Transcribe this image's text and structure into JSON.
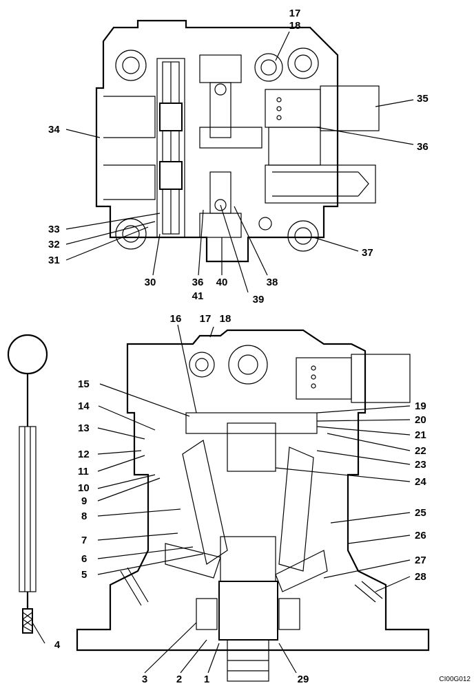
{
  "drawing_code": "CI00G012",
  "top_view": {
    "labels": [
      "17",
      "18",
      "35",
      "34",
      "36",
      "33",
      "32",
      "31",
      "37",
      "30",
      "36",
      "41",
      "40",
      "38",
      "39"
    ]
  },
  "side_view": {
    "labels": [
      "16",
      "17",
      "18",
      "15",
      "14",
      "13",
      "12",
      "11",
      "10",
      "9",
      "8",
      "7",
      "6",
      "5",
      "19",
      "20",
      "21",
      "22",
      "23",
      "24",
      "25",
      "26",
      "27",
      "28",
      "3",
      "2",
      "1",
      "29"
    ]
  },
  "tool": {
    "label": "4"
  }
}
